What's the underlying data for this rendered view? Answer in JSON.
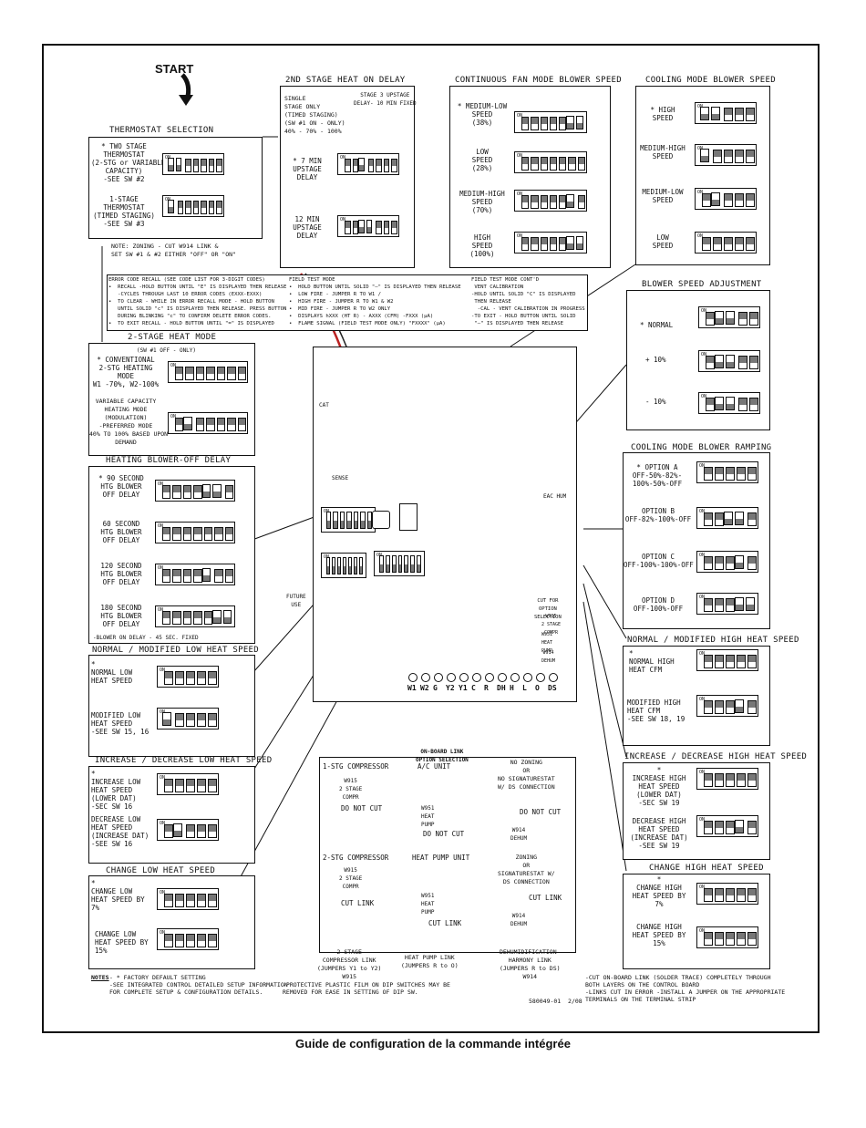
{
  "start": "START",
  "caption": "Guide de configuration de la commande intégrée",
  "thermostat": {
    "title": "THERMOSTAT SELECTION",
    "opt1": "* TWO STAGE\nTHERMOSTAT\n(2-STG or VARIABLE\nCAPACITY)\n-SEE SW #2",
    "opt2": "1-STAGE\nTHERMOSTAT\n(TIMED STAGING)\n-SEE SW #3",
    "note": "NOTE: ZONING - CUT W914 LINK &\nSET SW #1 & #2 EITHER \"OFF\" OR \"ON\""
  },
  "second_stage": {
    "title": "2ND STAGE HEAT ON DELAY",
    "single": "SINGLE\nSTAGE ONLY\n(TIMED STAGING)\n(SW #1 ON - ONLY)\n40% - 70% - 100%",
    "stage3": "STAGE 3 UPSTAGE\nDELAY- 10 MIN FIXED",
    "opt7": "* 7 MIN\nUPSTAGE\nDELAY",
    "opt12": "12 MIN\nUPSTAGE\nDELAY"
  },
  "continuous": {
    "title": "CONTINUOUS FAN MODE BLOWER SPEED",
    "items": [
      "* MEDIUM-LOW\nSPEED\n(38%)",
      "LOW\nSPEED\n(28%)",
      "MEDIUM-HIGH\nSPEED\n(70%)",
      "HIGH\nSPEED\n(100%)"
    ]
  },
  "cooling_speed": {
    "title": "COOLING MODE BLOWER SPEED",
    "items": [
      "* HIGH\nSPEED",
      "MEDIUM-HIGH\nSPEED",
      "MEDIUM-LOW\nSPEED",
      "LOW\nSPEED"
    ]
  },
  "error_recall": {
    "text": "ERROR CODE RECALL (SEE CODE LIST FOR 3-DIGIT CODES)\n•  RECALL -HOLD BUTTON UNTIL \"E\" IS DISPLAYED THEN RELEASE\n   -CYCLES THROUGH LAST 10 ERROR CODES (EXXX-EXXX)\n•  TO CLEAR - WHILE IN ERROR RECALL MODE - HOLD BUTTON\n   UNTIL SOLID \"c\" IS DISPLAYED THEN RELEASE. PRESS BUTTON\n   DURING BLINKING \"c\" TO CONFIRM DELETE ERROR CODES.\n•  TO EXIT RECALL - HOLD BUTTON UNTIL \"=\" IS DISPLAYED"
  },
  "field_test": {
    "text": "FIELD TEST MODE\n•  HOLD BUTTON UNTIL SOLID \"—\" IS DISPLAYED THEN RELEASE\n•  LOW FIRE - JUMPER R TO W1 /\n•  HIGH FIRE - JUMPER R TO W1 & W2\n•  MID FIRE - JUMPER R TO W2 ONLY\n•  DISPLAYS hXXX (HT R) - AXXX (CFM) -FXXX (µA)\n•  FLAME SIGNAL (FIELD TEST MODE ONLY) \"FXXXX\" (µA)"
  },
  "vent_cal": {
    "text": "FIELD TEST MODE CONT'D\n VENT CALIBRATION\n-HOLD UNTIL SOLID \"C\" IS DISPLAYED\n THEN RELEASE\n  -CAL - VENT CALIBRATION IN PROGRESS\n-TO EXIT - HOLD BUTTON UNTIL SOLID\n \"—\" IS DISPLAYED THEN RELEASE"
  },
  "two_stage_heat": {
    "title": "2-STAGE HEAT MODE",
    "sub": "(SW #1 OFF - ONLY)",
    "opt1": "* CONVENTIONAL\n2-STG HEATING\nMODE\nW1 -70%, W2-100%",
    "opt2": "VARIABLE CAPACITY\nHEATING MODE\n(MODULATION)\n-PREFERRED MODE\n40% TO 100% BASED UPON\nDEMAND"
  },
  "heating_off": {
    "title": "HEATING BLOWER-OFF DELAY",
    "items": [
      "* 90 SECOND\nHTG BLOWER\nOFF DELAY",
      "60 SECOND\nHTG BLOWER\nOFF DELAY",
      "120 SECOND\nHTG BLOWER\nOFF DELAY",
      "180 SECOND\nHTG BLOWER\nOFF DELAY"
    ],
    "note": "-BLOWER ON DELAY - 45 SEC. FIXED"
  },
  "low_heat": {
    "title": "NORMAL / MODIFIED   LOW HEAT SPEED",
    "opt1": "*\nNORMAL LOW\nHEAT SPEED",
    "opt2": "MODIFIED LOW\nHEAT SPEED\n-SEE SW 15, 16"
  },
  "inc_low": {
    "title": "INCREASE / DECREASE LOW HEAT SPEED",
    "opt1": "*\nINCREASE LOW\nHEAT SPEED\n(LOWER DAT)\n-SEC SW 16",
    "opt2": "DECREASE LOW\nHEAT SPEED\n(INCREASE DAT)\n-SEE SW 16"
  },
  "change_low": {
    "title": "CHANGE LOW HEAT SPEED",
    "opt1": "*\nCHANGE LOW\nHEAT SPEED BY\n7%",
    "opt2": "CHANGE LOW\nHEAT SPEED BY\n15%"
  },
  "blower_adj": {
    "title": "BLOWER SPEED ADJUSTMENT",
    "items": [
      "* NORMAL",
      "+ 10%",
      "- 10%"
    ]
  },
  "cooling_ramp": {
    "title": "COOLING MODE BLOWER RAMPING",
    "items": [
      "* OPTION A\nOFF-50%-82%-\n100%-50%-OFF",
      "OPTION B\nOFF-82%-100%-OFF",
      "OPTION C\nOFF-100%-100%-OFF",
      "OPTION D\nOFF-100%-OFF"
    ]
  },
  "high_heat": {
    "title": "NORMAL / MODIFIED HIGH HEAT SPEED",
    "opt1": "*\nNORMAL HIGH\nHEAT CFM",
    "opt2": "MODIFIED HIGH\nHEAT CFM\n-SEE SW 18, 19"
  },
  "inc_high": {
    "title": "INCREASE / DECREASE HIGH HEAT SPEED",
    "opt1": "*\nINCREASE HIGH\nHEAT SPEED\n(LOWER DAT)\n-SEC SW 19",
    "opt2": "DECREASE HIGH\nHEAT SPEED\n(INCREASE DAT)\n-SEE SW 19"
  },
  "change_high": {
    "title": "CHANGE HIGH HEAT SPEED",
    "opt1": "*\nCHANGE HIGH\nHEAT SPEED BY\n7%",
    "opt2": "CHANGE HIGH\nHEAT SPEED BY\n15%"
  },
  "terminals": [
    "W1",
    "W2",
    "G",
    "Y2",
    "Y1",
    "C",
    "R",
    "DH",
    "H",
    "L",
    "O",
    "DS"
  ],
  "links": {
    "header": "ON-BOARD LINK\nOPTION SELECTION",
    "compressor": {
      "t1": "1-STG COMPRESSOR",
      "w1": "W915\n2 STAGE\nCOMPR",
      "dnc": "DO NOT CUT",
      "t2": "2-STG COMPRESSOR",
      "w2": "W915\n2 STAGE\nCOMPR",
      "cut": "CUT LINK",
      "foot": "2-STAGE\nCOMPRESSOR LINK\n(JUMPERS Y1 to Y2)\nW915"
    },
    "heatpump": {
      "t1": "A/C UNIT",
      "w1": "W951\nHEAT\nPUMP",
      "dnc": "DO NOT CUT",
      "t2": "HEAT PUMP UNIT",
      "w2": "W951\nHEAT\nPUMP",
      "cut": "CUT LINK",
      "foot": "HEAT PUMP LINK\n(JUMPERS R to O)"
    },
    "dehum": {
      "t1": "NO ZONING\nOR\nNO SIGNATURESTAT\nW/ DS CONNECTION",
      "w1": "W914\nDEHUM",
      "dnc": "DO NOT CUT",
      "t2": "ZONING\nOR\nSIGNATURESTAT W/\nDS CONNECTION",
      "w2": "W914\nDEHUM",
      "cut": "CUT LINK",
      "foot": "DEHUMIDIFICATION-\nHARMONY LINK\n(JUMPERS R to DS)\nW914"
    }
  },
  "board": {
    "cut_for": "CUT FOR\nOPTION\nSELECTION",
    "w915": "W915\n2 STAGE\nCOMPR",
    "w951": "W951\nHEAT\nPUMP",
    "w914": "W914\nDEHUM",
    "sense": "SENSE",
    "cat": "CAT",
    "eac": "EAC HUM",
    "future": "FUTURE\nUSE"
  },
  "notes": {
    "label": "NOTES",
    "l1": "- * FACTORY DEFAULT SETTING\n-SEE INTEGRATED CONTROL DETAILED SETUP INFORMATION\nFOR COMPLETE SETUP & CONFIGURATION DETAILS.",
    "l2": "-PROTECTIVE PLASTIC FILM ON DIP SWITCHES MAY BE\nREMOVED FOR EASE IN SETTING OF DIP SW.",
    "l3": "-CUT ON-BOARD LINK (SOLDER TRACE) COMPLETELY THROUGH\nBOTH LAYERS ON THE CONTROL BOARD\n-LINKS CUT IN ERROR -INSTALL A JUMPER ON THE APPROPRIATE\nTERMINALS ON THE TERMINAL STRIP",
    "part": "580049-01  2/08"
  }
}
